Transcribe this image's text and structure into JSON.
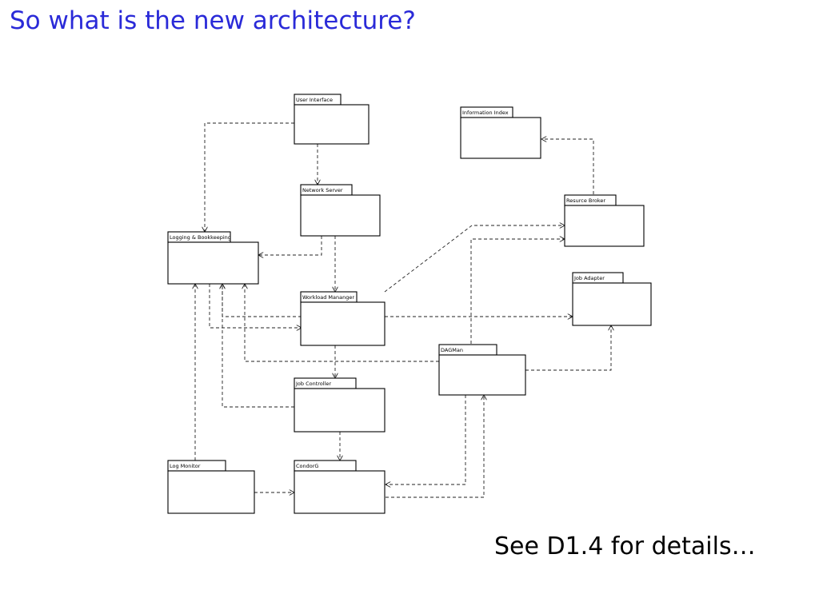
{
  "title": "So what is the new architecture?",
  "footnote": "See D1.4 for details…",
  "colors": {
    "title": "#2a2ad8",
    "footnote": "#000000",
    "lines": "#222222"
  },
  "diagram": {
    "packages": [
      {
        "id": "user-interface",
        "label": "User Interface"
      },
      {
        "id": "information-index",
        "label": "Information Index"
      },
      {
        "id": "network-server",
        "label": "Network Server"
      },
      {
        "id": "resource-broker",
        "label": "Resurce Broker"
      },
      {
        "id": "logging-bookkeeping",
        "label": "Logging & Bookkeeping"
      },
      {
        "id": "job-adapter",
        "label": "Job Adapter"
      },
      {
        "id": "workload-manager",
        "label": "Workload Mananger"
      },
      {
        "id": "dagman",
        "label": "DAGMan"
      },
      {
        "id": "job-controller",
        "label": "Job Controller"
      },
      {
        "id": "log-monitor",
        "label": "Log Monitor"
      },
      {
        "id": "condorg",
        "label": "CondorG"
      }
    ],
    "dependencies": [
      {
        "from": "user-interface",
        "to": "network-server"
      },
      {
        "from": "user-interface",
        "to": "logging-bookkeeping"
      },
      {
        "from": "resource-broker",
        "to": "information-index"
      },
      {
        "from": "network-server",
        "to": "logging-bookkeeping"
      },
      {
        "from": "network-server",
        "to": "workload-manager"
      },
      {
        "from": "workload-manager",
        "to": "resource-broker"
      },
      {
        "from": "workload-manager",
        "to": "job-adapter"
      },
      {
        "from": "workload-manager",
        "to": "job-controller"
      },
      {
        "from": "workload-manager",
        "to": "logging-bookkeeping"
      },
      {
        "from": "logging-bookkeeping",
        "to": "workload-manager"
      },
      {
        "from": "dagman",
        "to": "resource-broker"
      },
      {
        "from": "dagman",
        "to": "job-adapter"
      },
      {
        "from": "dagman",
        "to": "logging-bookkeeping"
      },
      {
        "from": "dagman",
        "to": "condorg"
      },
      {
        "from": "condorg",
        "to": "dagman"
      },
      {
        "from": "job-controller",
        "to": "condorg"
      },
      {
        "from": "job-controller",
        "to": "logging-bookkeeping"
      },
      {
        "from": "log-monitor",
        "to": "condorg"
      },
      {
        "from": "log-monitor",
        "to": "logging-bookkeeping"
      }
    ]
  }
}
